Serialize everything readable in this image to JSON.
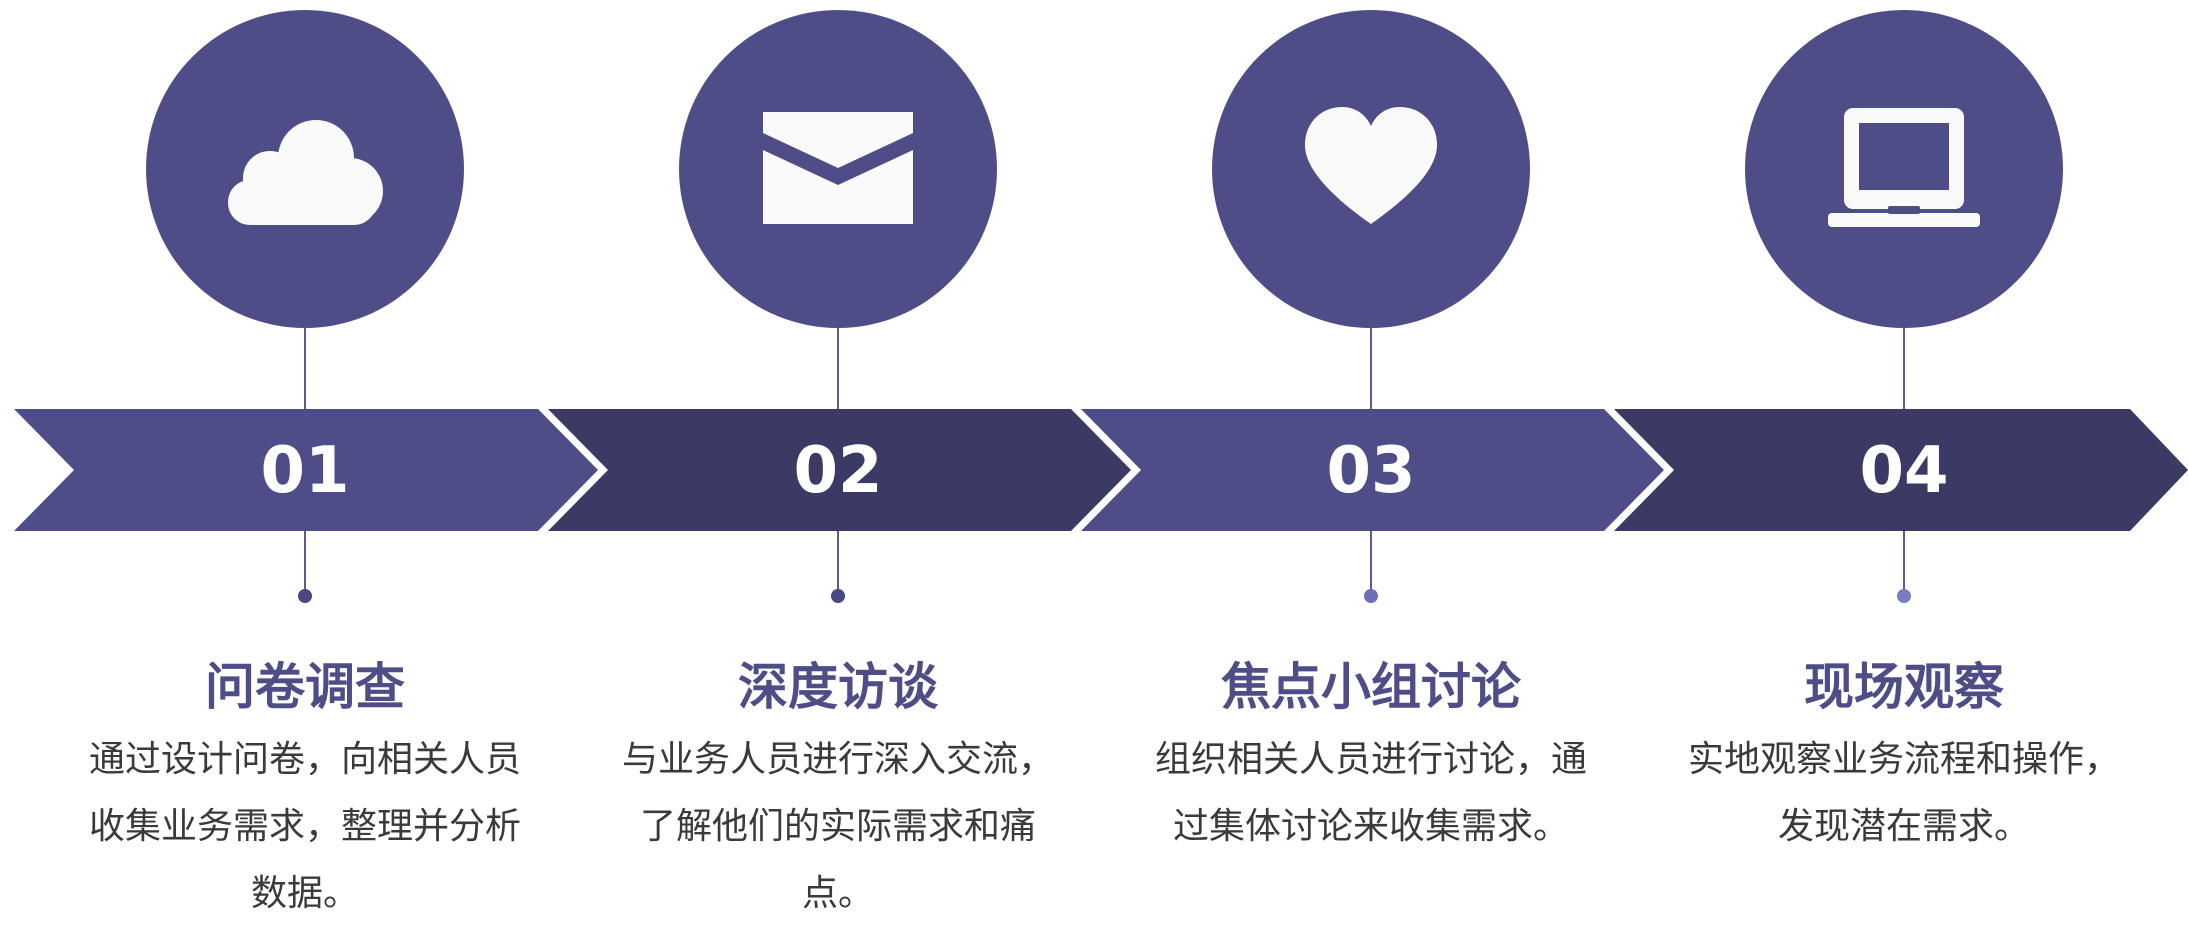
{
  "colors": {
    "circle": "#4f4d87",
    "arrow_light": "#4f4d87",
    "arrow_dark": "#3b3a65",
    "dot_dark": "#4a4880",
    "dot_light": "#7b7bbf",
    "title": "#4f4d87",
    "text": "#3a3a3a"
  },
  "steps": [
    {
      "number": "01",
      "icon": "cloud-icon",
      "title": "问卷调查",
      "description": "通过设计问卷，向相关人员收集业务需求，整理并分析数据。"
    },
    {
      "number": "02",
      "icon": "envelope-icon",
      "title": "深度访谈",
      "description": "与业务人员进行深入交流，了解他们的实际需求和痛点。"
    },
    {
      "number": "03",
      "icon": "heart-icon",
      "title": "焦点小组讨论",
      "description": "组织相关人员进行讨论，通过集体讨论来收集需求。"
    },
    {
      "number": "04",
      "icon": "laptop-icon",
      "title": "现场观察",
      "description": "实地观察业务流程和操作，发现潜在需求。"
    }
  ]
}
